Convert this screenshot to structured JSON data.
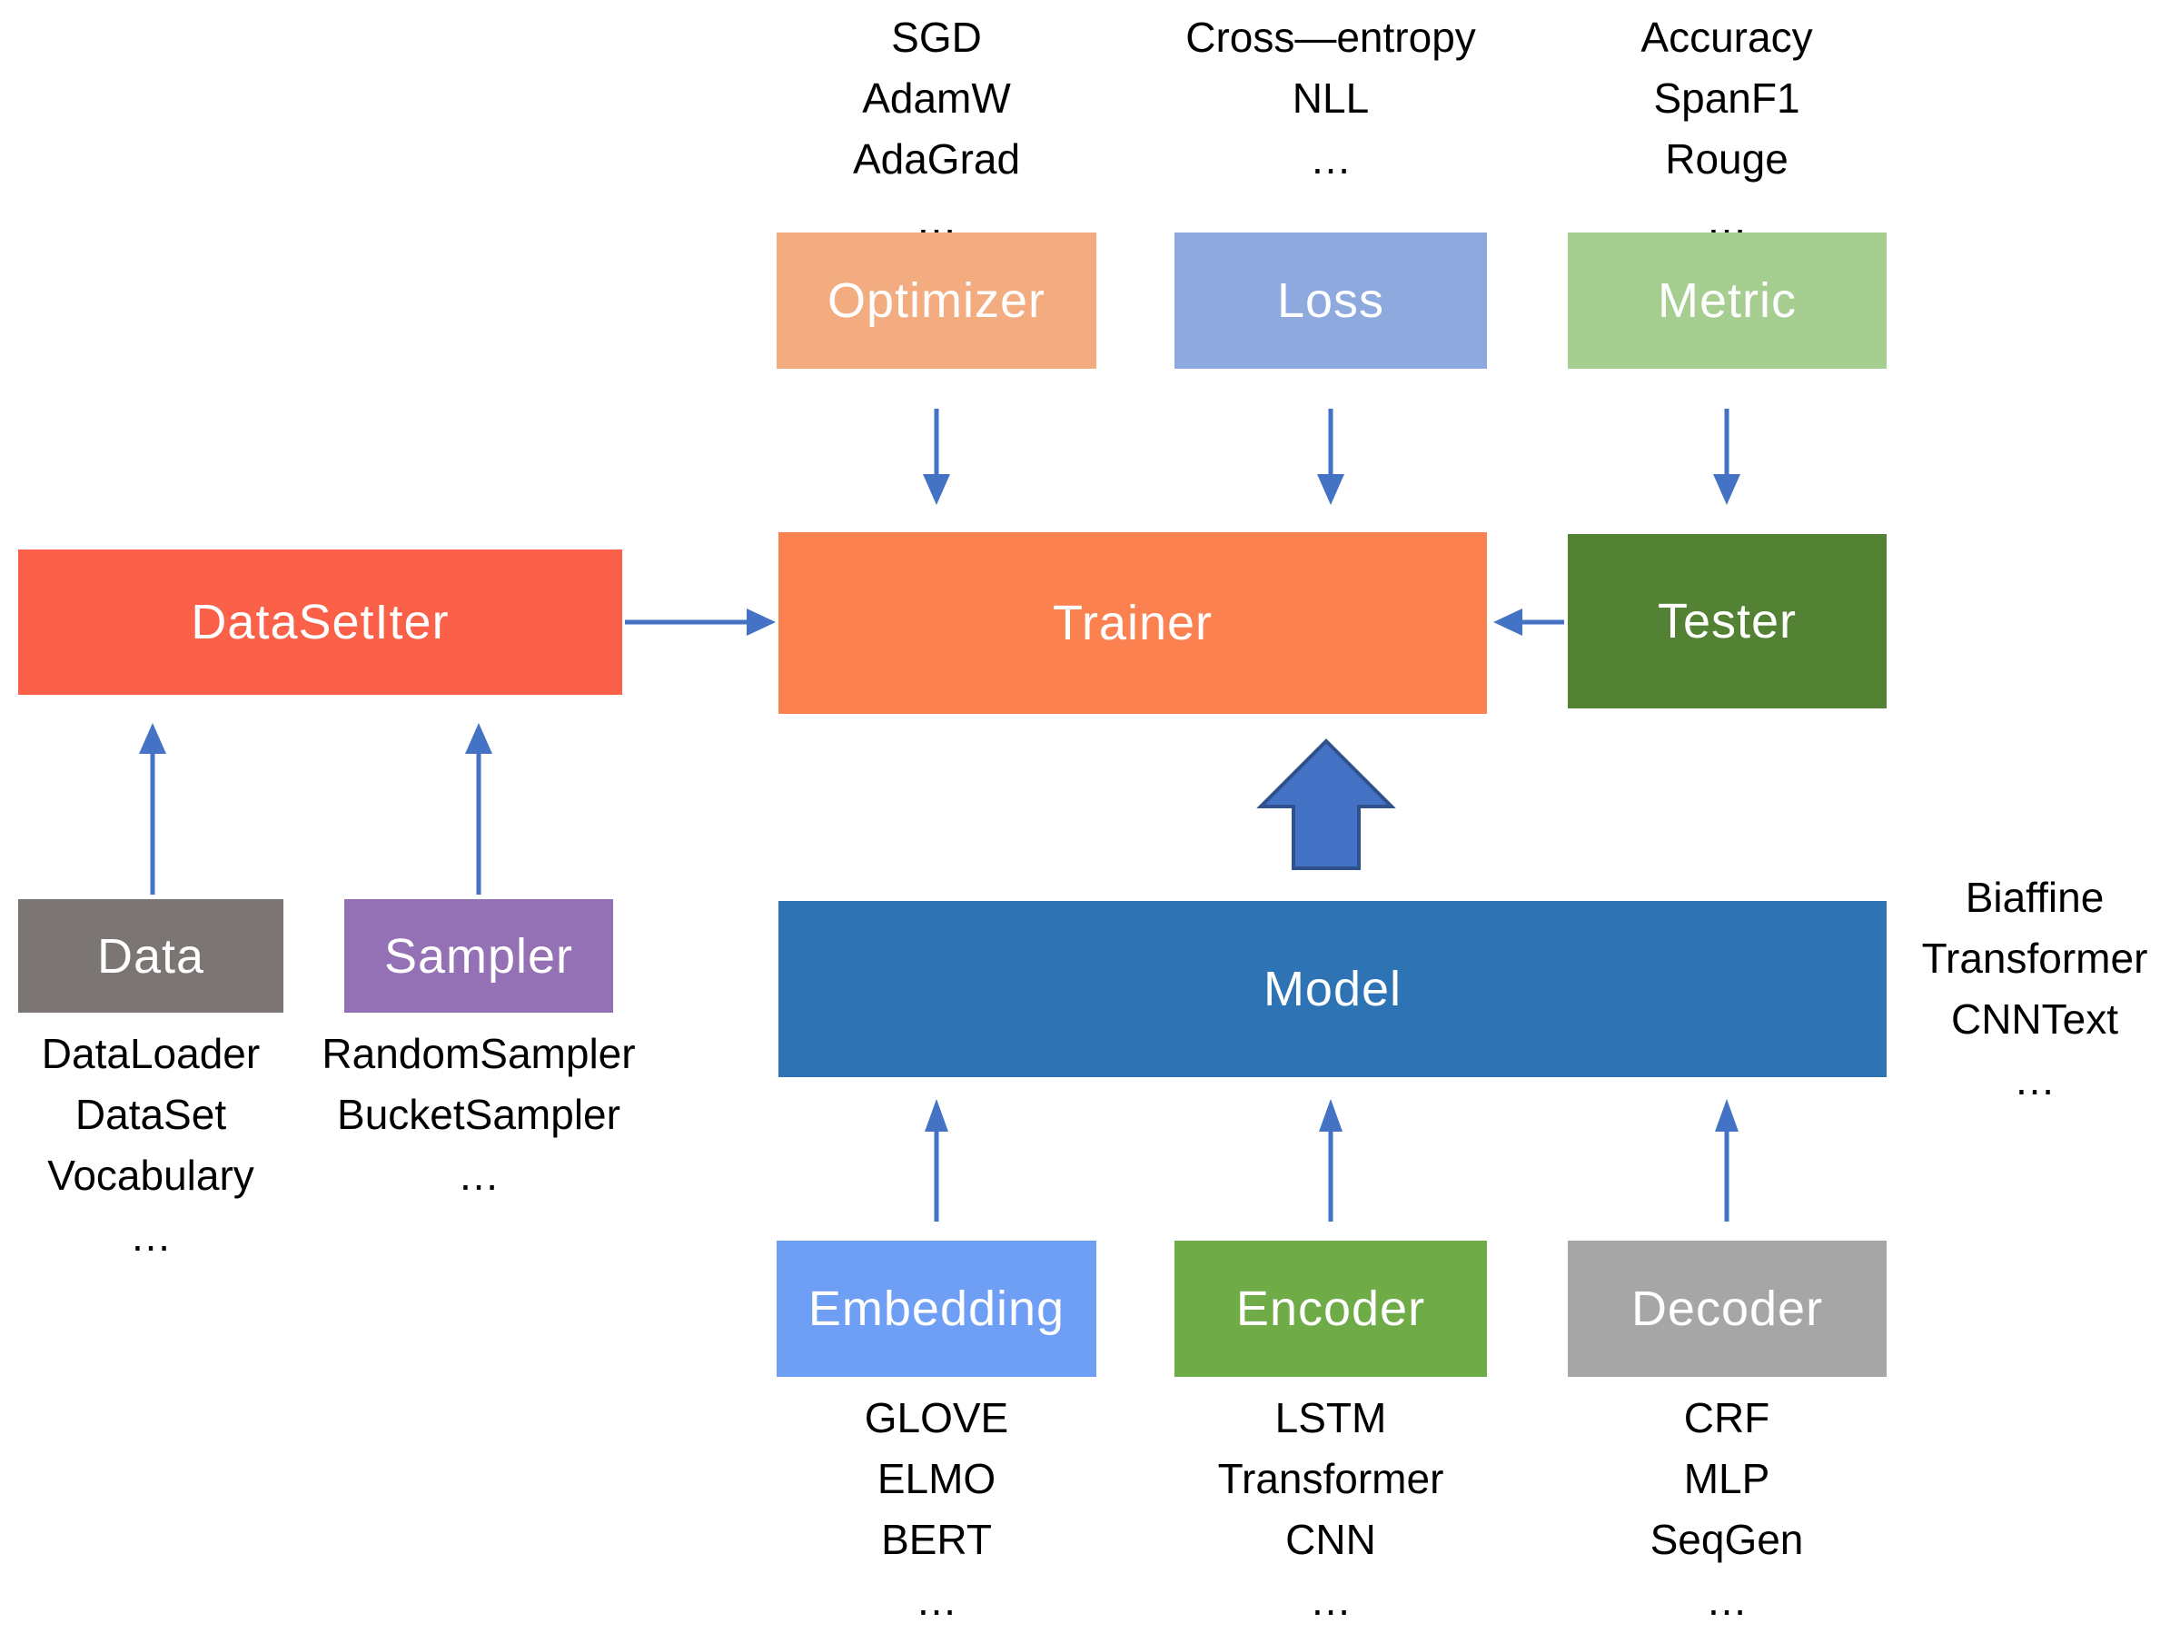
{
  "modules": {
    "optimizer": {
      "label": "Optimizer",
      "color": "#F2AC80"
    },
    "loss": {
      "label": "Loss",
      "color": "#8DA9DD"
    },
    "metric": {
      "label": "Metric",
      "color": "#A5CE90"
    },
    "datasetiter": {
      "label": "DataSetIter",
      "color": "#FB6148"
    },
    "trainer": {
      "label": "Trainer",
      "color": "#FC8150"
    },
    "tester": {
      "label": "Tester",
      "color": "#538234"
    },
    "data": {
      "label": "Data",
      "color": "#7B7674"
    },
    "sampler": {
      "label": "Sampler",
      "color": "#9471B4"
    },
    "model": {
      "label": "Model",
      "color": "#2E74B5"
    },
    "embedding": {
      "label": "Embedding",
      "color": "#6F9EF5"
    },
    "encoder": {
      "label": "Encoder",
      "color": "#6FAC47"
    },
    "decoder": {
      "label": "Decoder",
      "color": "#A6A6A6"
    }
  },
  "lists": {
    "optimizer_examples": [
      "SGD",
      "AdamW",
      "AdaGrad",
      "…"
    ],
    "loss_examples": [
      "Cross—entropy",
      "NLL",
      "…"
    ],
    "metric_examples": [
      "Accuracy",
      "SpanF1",
      "Rouge",
      "…"
    ],
    "data_examples": [
      "DataLoader",
      "DataSet",
      "Vocabulary",
      "…"
    ],
    "sampler_examples": [
      "RandomSampler",
      "BucketSampler",
      "…"
    ],
    "model_examples": [
      "Biaffine",
      "Transformer",
      "CNNText",
      "…"
    ],
    "embedding_examples": [
      "GLOVE",
      "ELMO",
      "BERT",
      "…"
    ],
    "encoder_examples": [
      "LSTM",
      "Transformer",
      "CNN",
      "…"
    ],
    "decoder_examples": [
      "CRF",
      "MLP",
      "SeqGen",
      "…"
    ]
  },
  "arrows": {
    "line_color": "#4472C4",
    "block_arrow_fill": "#4472C4",
    "block_arrow_border": "#2F528F"
  }
}
